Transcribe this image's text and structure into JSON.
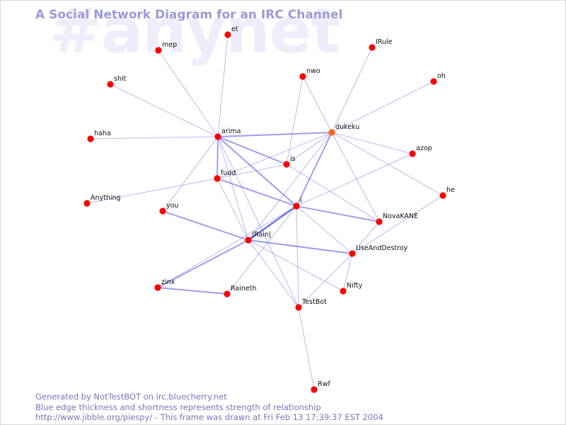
{
  "header": {
    "title": "A Social Network Diagram for an IRC Channel",
    "watermark": "#anynet"
  },
  "colors": {
    "edge": "#7070e8",
    "node": "#ff0000",
    "node_highlight": "#ff6a1a",
    "title": "#9a9ad8",
    "footer": "#7777bb",
    "watermark": "#eeeefb"
  },
  "nodes": [
    {
      "id": "et",
      "label": "et"
    },
    {
      "id": "mep",
      "label": "mep"
    },
    {
      "id": "IRule",
      "label": "IRule"
    },
    {
      "id": "nwo",
      "label": "nwo"
    },
    {
      "id": "oh",
      "label": "oh"
    },
    {
      "id": "shit",
      "label": "shit"
    },
    {
      "id": "dukeku",
      "label": "dukeku",
      "highlight": true
    },
    {
      "id": "arima",
      "label": "arima"
    },
    {
      "id": "haha",
      "label": "haha"
    },
    {
      "id": "azop",
      "label": "azop"
    },
    {
      "id": "is",
      "label": "is"
    },
    {
      "id": "fudd",
      "label": "fudd"
    },
    {
      "id": "he",
      "label": "he"
    },
    {
      "id": "Anything",
      "label": "Anything"
    },
    {
      "id": "i",
      "label": "i"
    },
    {
      "id": "you",
      "label": "you"
    },
    {
      "id": "NovaKANE",
      "label": "NovaKANE"
    },
    {
      "id": "Rain",
      "label": "|Rain|"
    },
    {
      "id": "UseAndDestroy",
      "label": "UseAndDestroy"
    },
    {
      "id": "zinx",
      "label": "zinx"
    },
    {
      "id": "Nifty",
      "label": "Nifty"
    },
    {
      "id": "Raineth",
      "label": "Raineth"
    },
    {
      "id": "TestBot",
      "label": "TestBot"
    },
    {
      "id": "Rwf",
      "label": "Rwf"
    }
  ],
  "edges": [
    {
      "from": "arima",
      "to": "mep",
      "strength": 1
    },
    {
      "from": "arima",
      "to": "et",
      "strength": 1
    },
    {
      "from": "arima",
      "to": "shit",
      "strength": 1
    },
    {
      "from": "arima",
      "to": "haha",
      "strength": 1
    },
    {
      "from": "arima",
      "to": "dukeku",
      "strength": 2
    },
    {
      "from": "arima",
      "to": "is",
      "strength": 2
    },
    {
      "from": "arima",
      "to": "fudd",
      "strength": 2
    },
    {
      "from": "arima",
      "to": "i",
      "strength": 2
    },
    {
      "from": "arima",
      "to": "you",
      "strength": 1
    },
    {
      "from": "arima",
      "to": "Rain",
      "strength": 1
    },
    {
      "from": "arima",
      "to": "TestBot",
      "strength": 1
    },
    {
      "from": "dukeku",
      "to": "IRule",
      "strength": 1
    },
    {
      "from": "dukeku",
      "to": "nwo",
      "strength": 1
    },
    {
      "from": "dukeku",
      "to": "oh",
      "strength": 1
    },
    {
      "from": "dukeku",
      "to": "azop",
      "strength": 1
    },
    {
      "from": "dukeku",
      "to": "he",
      "strength": 1
    },
    {
      "from": "dukeku",
      "to": "fudd",
      "strength": 1
    },
    {
      "from": "dukeku",
      "to": "is",
      "strength": 1
    },
    {
      "from": "dukeku",
      "to": "i",
      "strength": 2
    },
    {
      "from": "dukeku",
      "to": "NovaKANE",
      "strength": 1
    },
    {
      "from": "dukeku",
      "to": "Rain",
      "strength": 1
    },
    {
      "from": "nwo",
      "to": "is",
      "strength": 1
    },
    {
      "from": "is",
      "to": "fudd",
      "strength": 1
    },
    {
      "from": "is",
      "to": "NovaKANE",
      "strength": 1
    },
    {
      "from": "fudd",
      "to": "Anything",
      "strength": 1
    },
    {
      "from": "fudd",
      "to": "i",
      "strength": 2
    },
    {
      "from": "fudd",
      "to": "Rain",
      "strength": 1
    },
    {
      "from": "i",
      "to": "Rain",
      "strength": 3
    },
    {
      "from": "i",
      "to": "NovaKANE",
      "strength": 2
    },
    {
      "from": "i",
      "to": "UseAndDestroy",
      "strength": 1
    },
    {
      "from": "i",
      "to": "azop",
      "strength": 1
    },
    {
      "from": "i",
      "to": "TestBot",
      "strength": 1
    },
    {
      "from": "i",
      "to": "Raineth",
      "strength": 1
    },
    {
      "from": "i",
      "to": "zinx",
      "strength": 1
    },
    {
      "from": "you",
      "to": "Rain",
      "strength": 2
    },
    {
      "from": "Rain",
      "to": "UseAndDestroy",
      "strength": 2
    },
    {
      "from": "Rain",
      "to": "zinx",
      "strength": 2
    },
    {
      "from": "Rain",
      "to": "Nifty",
      "strength": 1
    },
    {
      "from": "Rain",
      "to": "TestBot",
      "strength": 1
    },
    {
      "from": "NovaKANE",
      "to": "UseAndDestroy",
      "strength": 1
    },
    {
      "from": "he",
      "to": "UseAndDestroy",
      "strength": 1
    },
    {
      "from": "UseAndDestroy",
      "to": "Nifty",
      "strength": 1
    },
    {
      "from": "UseAndDestroy",
      "to": "TestBot",
      "strength": 1
    },
    {
      "from": "zinx",
      "to": "Raineth",
      "strength": 2
    },
    {
      "from": "TestBot",
      "to": "Rwf",
      "strength": 1
    }
  ],
  "footer": {
    "line1": "Generated by NotTestBOT on irc.bluecherry.net",
    "line2": "Blue edge thickness and shortness represents strength of relationship",
    "line3": "http://www.jibble.org/piespy/ - This frame was drawn at Fri Feb 13 17:39:37 EST 2004"
  }
}
